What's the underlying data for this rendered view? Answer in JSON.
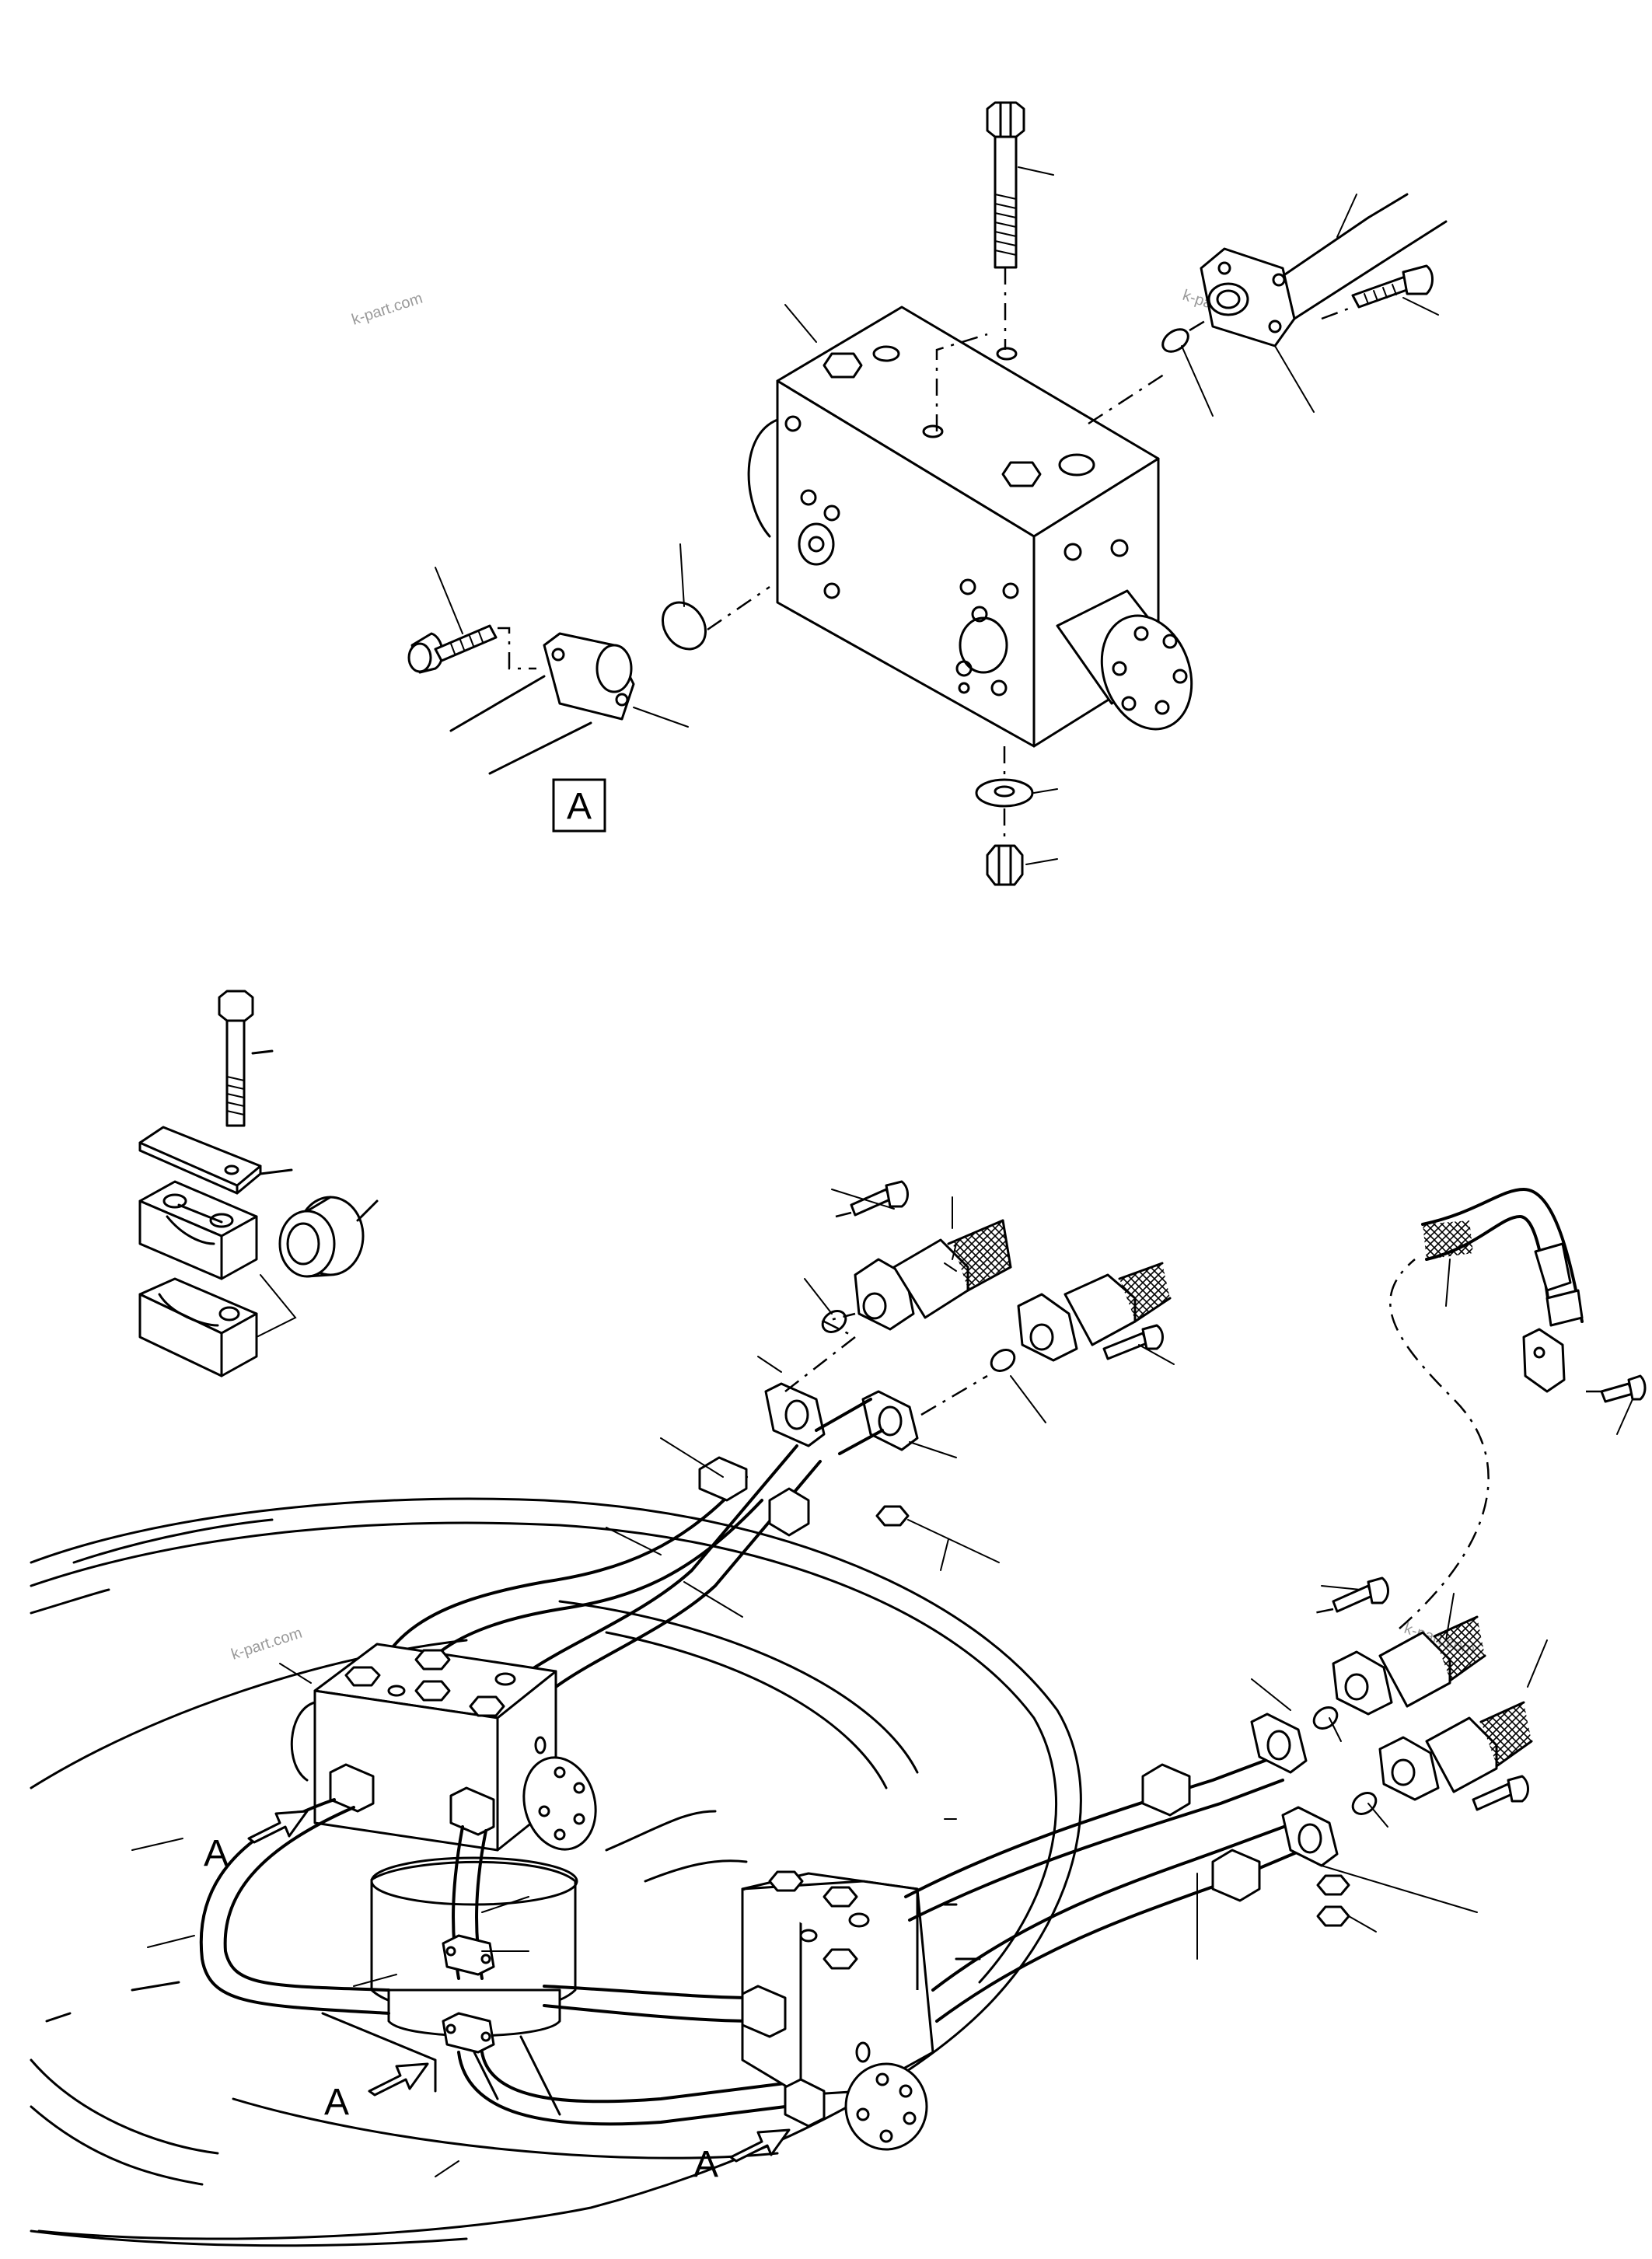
{
  "labels": {
    "box_a": "A",
    "arrow_a_1": "A",
    "arrow_a_2": "A",
    "arrow_a_3": "A"
  },
  "watermark": "k-part.com",
  "colors": {
    "line": "#000000",
    "background": "#ffffff",
    "watermark": "#9a9a9a"
  }
}
